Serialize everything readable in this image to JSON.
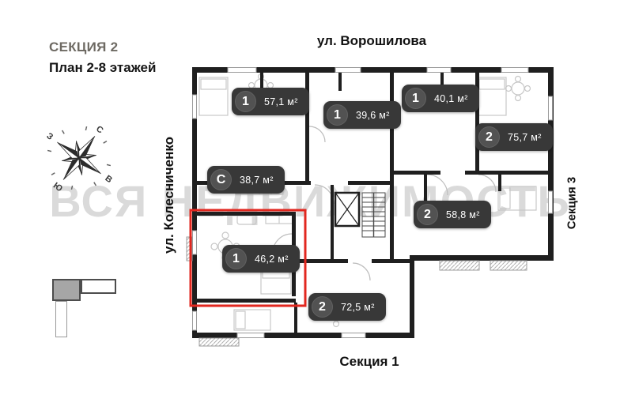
{
  "header": {
    "section_title": "СЕКЦИЯ 2",
    "plan_subtitle": "План 2-8 этажей"
  },
  "labels": {
    "street_top": "ул. Ворошилова",
    "street_left": "ул. Колесниченко",
    "section_right": "Секция 3",
    "section_bottom": "Секция 1"
  },
  "watermark": "ВСЯ НЕДВИЖИМОСТЬ",
  "compass": {
    "north": "С",
    "south": "Ю",
    "east": "В",
    "west": "З"
  },
  "apartments": [
    {
      "type": "1",
      "area": "57,1 м²"
    },
    {
      "type": "1",
      "area": "39,6 м²"
    },
    {
      "type": "1",
      "area": "40,1 м²"
    },
    {
      "type": "2",
      "area": "75,7 м²"
    },
    {
      "type": "С",
      "area": "38,7 м²"
    },
    {
      "type": "2",
      "area": "58,8 м²"
    },
    {
      "type": "1",
      "area": "46,2 м²",
      "highlighted": true
    },
    {
      "type": "2",
      "area": "72,5 м²"
    }
  ],
  "colors": {
    "badge_bg": "#383838",
    "badge_circle": "#525252",
    "badge_text": "#ffffff",
    "highlight_red": "#e2271f",
    "walls": "#1f1f1f",
    "watermark": "#dadada",
    "minimap_active": "#a6a6a6"
  }
}
